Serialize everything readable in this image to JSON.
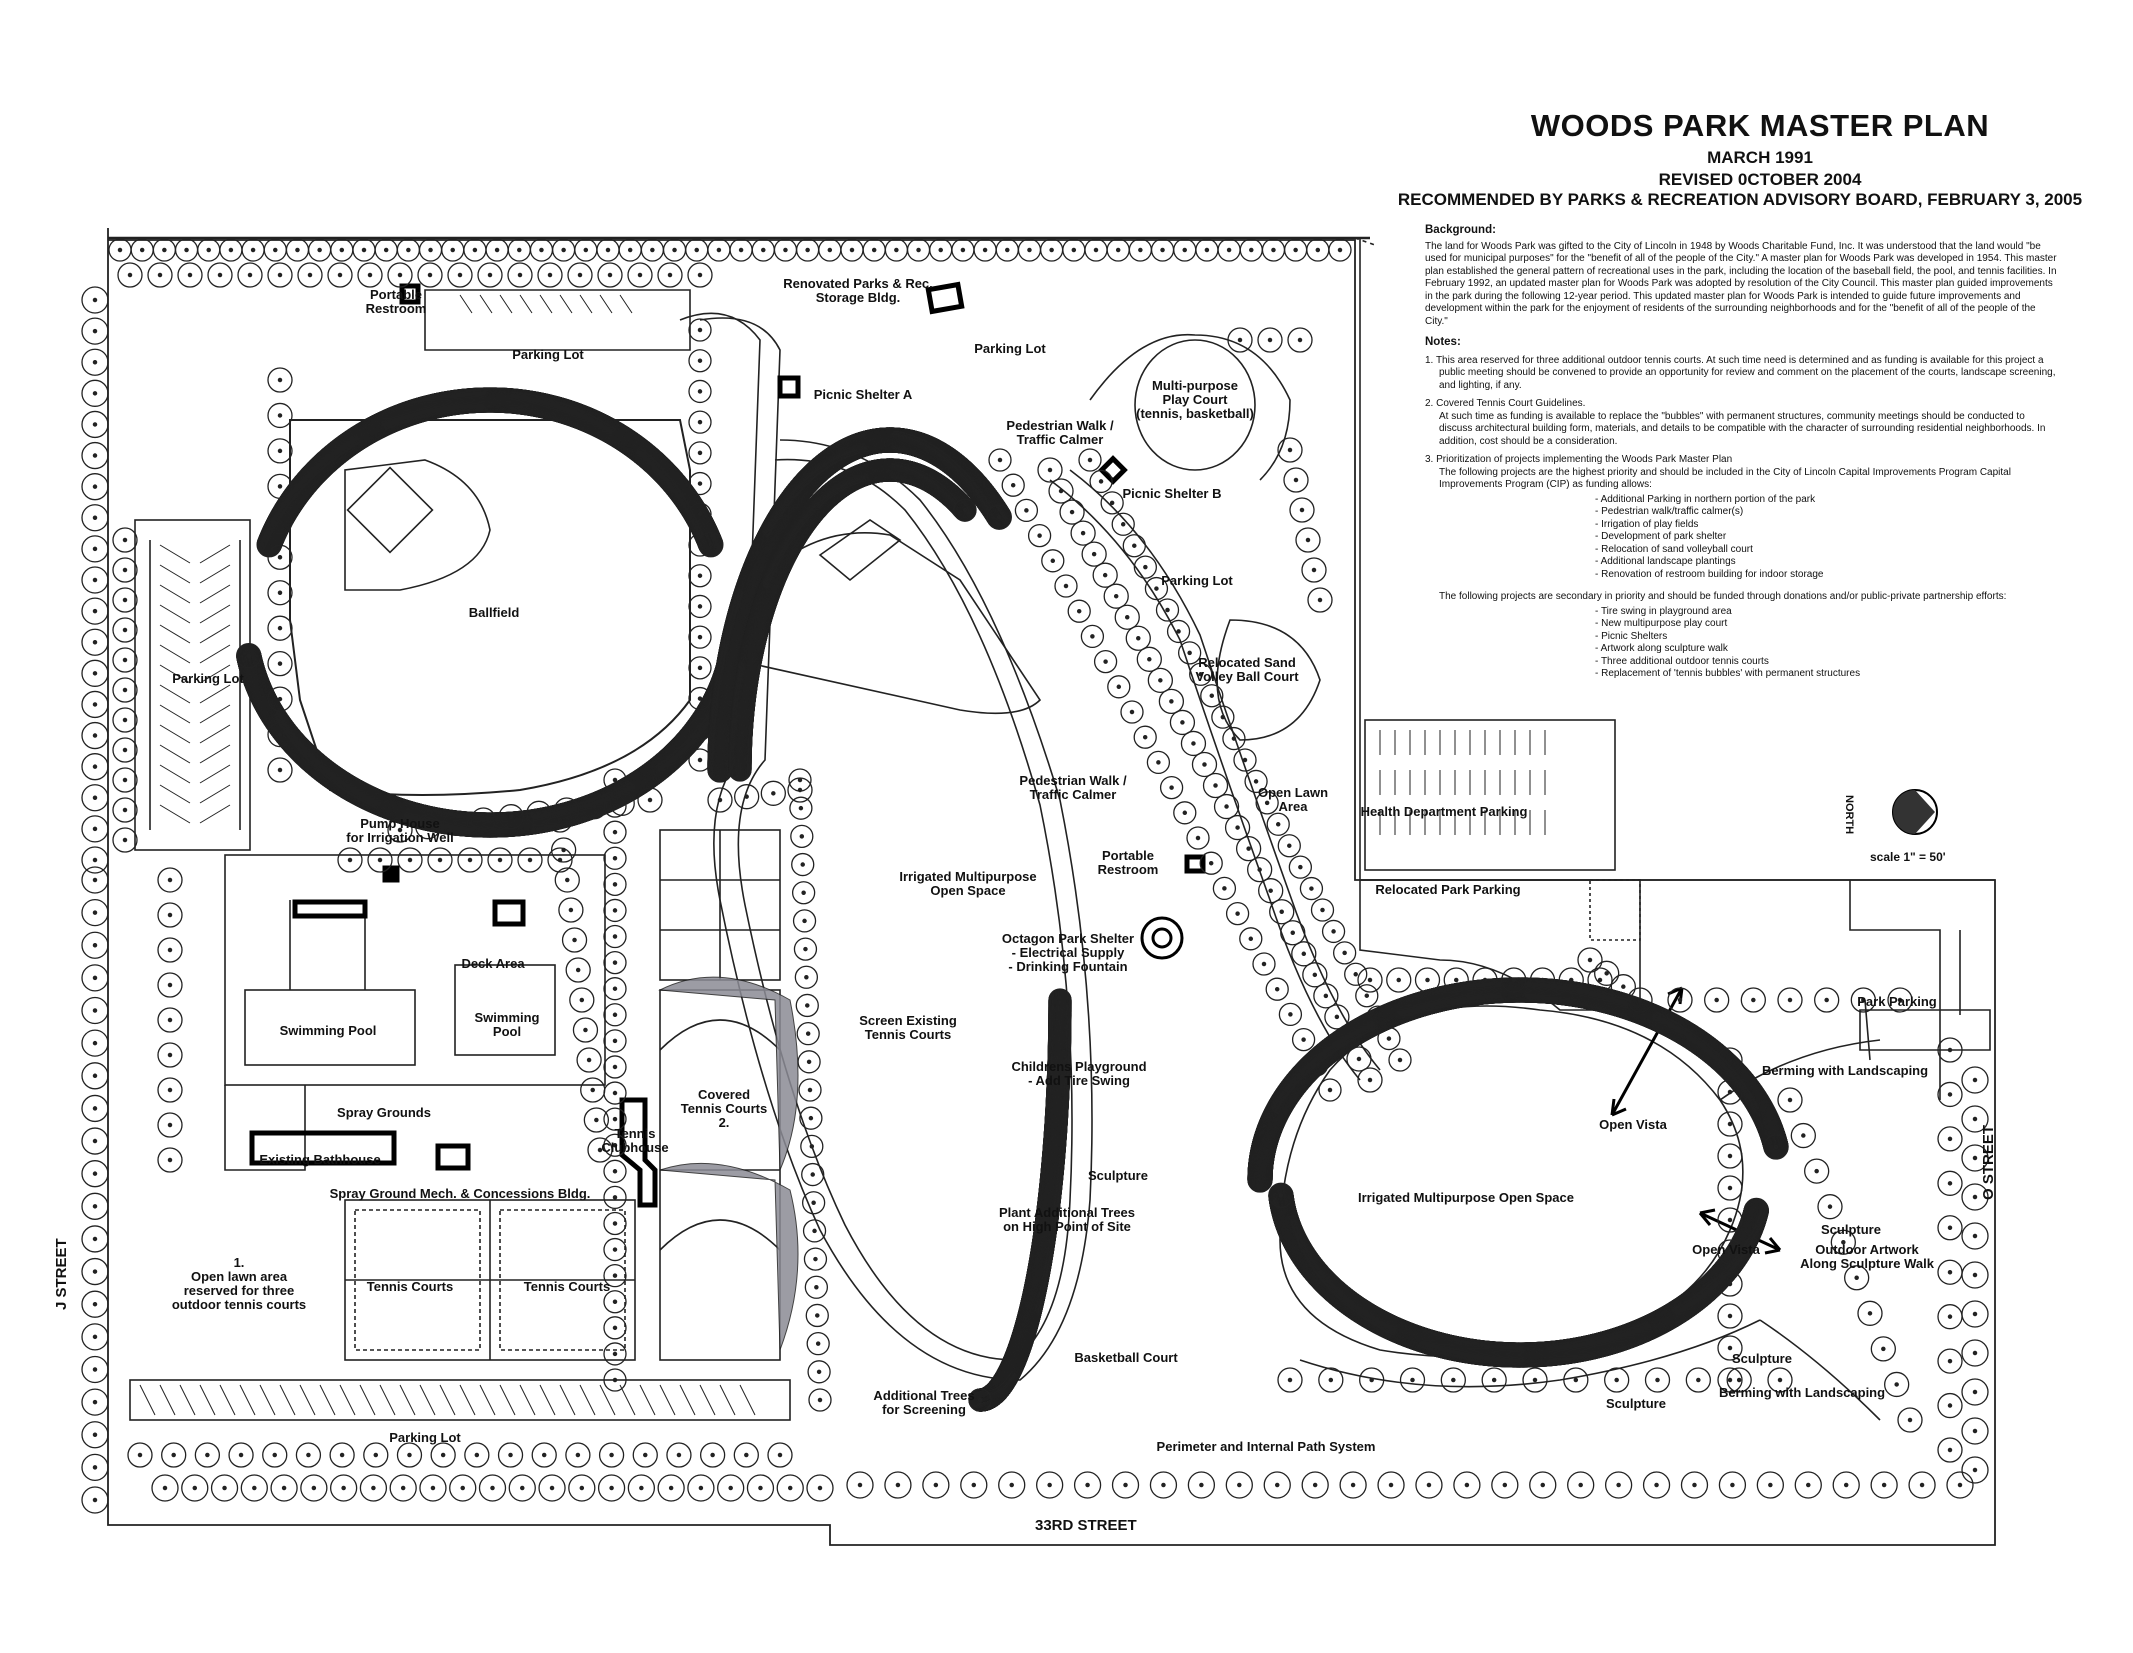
{
  "title": "WOODS PARK MASTER PLAN",
  "subtitle_lines": [
    "MARCH 1991",
    "REVISED 0CTOBER 2004",
    "RECOMMENDED BY PARKS & RECREATION ADVISORY BOARD, FEBRUARY 3, 2005"
  ],
  "notes": {
    "background_heading": "Background:",
    "background_text": "The land for Woods Park was gifted to the City of Lincoln in 1948 by Woods Charitable Fund, Inc. It was understood that the land would \"be used for municipal purposes\" for the \"benefit of all of the people of the City.\" A master plan for Woods Park was developed in 1954. This master plan established the general pattern of recreational uses in the park, including the location of the baseball field, the pool, and tennis facilities. In February 1992, an updated master plan for Woods Park was adopted by resolution of the City Council. This master plan guided improvements in the park during the following 12-year period. This updated master plan for Woods Park is intended to guide future improvements and development within the park for the enjoyment of residents of the surrounding neighborhoods and for the \"benefit of all of the people of the City.\"",
    "notes_heading": "Notes:",
    "note1_title": "1. This area reserved for three additional outdoor tennis courts. At such time need is determined and as funding is available for this project a public meeting should be convened to provide an opportunity for review and comment on the placement of the courts, landscape screening, and lighting, if any.",
    "note2_title": "2. Covered Tennis Court Guidelines.",
    "note2_body": "At such time as funding is available to replace the \"bubbles\" with permanent structures, community meetings should be conducted to discuss architectural building form, materials, and details to be compatible with the character of surrounding residential neighborhoods. In addition, cost should be a consideration.",
    "note3_title": "3. Prioritization of projects implementing the Woods Park Master Plan",
    "note3_body": "The following projects are the highest priority and should be included in the City of Lincoln Capital Improvements Program Capital Improvements Program (CIP) as funding allows:",
    "priority_list": [
      "Additional Parking in northern portion of the park",
      "Pedestrian walk/traffic calmer(s)",
      "Irrigation of play fields",
      "Development of park shelter",
      "Relocation of sand volleyball court",
      "Additional landscape plantings",
      "Renovation of restroom building for indoor storage"
    ],
    "secondary_text": "The following projects are secondary in priority and should be funded through donations and/or public-private partnership efforts:",
    "secondary_list": [
      "Tire swing in playground area",
      "New multipurpose play court",
      "Picnic Shelters",
      "Artwork along sculpture walk",
      "Three additional outdoor tennis courts",
      "Replacement of 'tennis bubbles' with permanent structures"
    ]
  },
  "labels": {
    "portable_restroom_nw": "Portable\nRestroom",
    "parking_lot_north": "Parking Lot",
    "renovated_parks": "Renovated Parks & Rec.\nStorage Bldg.",
    "parking_lot_ne_small": "Parking Lot",
    "picnic_shelter_a": "Picnic Shelter A",
    "multipurpose_court": "Multi-purpose\nPlay Court\n(tennis, basketball)",
    "pedestrian_walk_1": "Pedestrian Walk /\nTraffic Calmer",
    "picnic_shelter_b": "Picnic Shelter B",
    "parking_lot_east": "Parking Lot",
    "ballfield": "Ballfield",
    "parking_lot_west": "Parking Lot",
    "relocated_sand": "Relocated Sand\nVolley Ball Court",
    "pedestrian_walk_2": "Pedestrian Walk /\nTraffic Calmer",
    "open_lawn_area": "Open Lawn\nArea",
    "health_dept_parking": "Health Department Parking",
    "pump_house": "Pump House\nfor Irrigation Well",
    "portable_restroom_center": "Portable\nRestroom",
    "irrigated_open_space_1": "Irrigated Multipurpose\nOpen Space",
    "relocated_park_parking": "Relocated Park Parking",
    "deck_area": "Deck Area",
    "octagon_shelter": "Octagon Park Shelter\n- Electrical Supply\n- Drinking Fountain",
    "swimming_pool_main": "Swimming Pool",
    "swimming_pool_small": "Swimming\nPool",
    "screen_tennis": "Screen Existing\nTennis Courts",
    "park_parking": "Park Parking",
    "childrens_playground": "Childrens Playground\n- Add Tire Swing",
    "berming_1": "Berming with Landscaping",
    "spray_grounds": "Spray Grounds",
    "covered_tennis": "Covered\nTennis Courts\n2.",
    "open_vista_1": "Open Vista",
    "existing_bathhouse": "Existing Bathhouse",
    "tennis_clubhouse": "Tennis\nClubhouse",
    "spray_ground_mech": "Spray Ground Mech. & Concessions Bldg.",
    "sculpture_1": "Sculpture",
    "irrigated_open_space_2": "Irrigated Multipurpose Open Space",
    "plant_trees": "Plant Additional Trees\non High Point of Site",
    "sculpture_2": "Sculpture",
    "open_vista_2": "Open Vista",
    "outdoor_artwork": "Outdoor Artwork\nAlong Sculpture Walk",
    "open_lawn_reserved": "1.\nOpen lawn area\nreserved for three\noutdoor tennis courts",
    "tennis_courts_1": "Tennis Courts",
    "tennis_courts_2": "Tennis Courts",
    "basketball_court": "Basketball Court",
    "sculpture_3": "Sculpture",
    "additional_trees": "Additional Trees\nfor Screening",
    "sculpture_4": "Sculpture",
    "berming_2": "Berming with Landscaping",
    "parking_lot_south": "Parking Lot",
    "perimeter_path": "Perimeter and Internal Path System"
  },
  "streets": {
    "south": "33RD STREET",
    "west": "J STREET",
    "east": "O STREET"
  },
  "north_label": "NORTH",
  "scale_label": "scale 1\" = 50'"
}
